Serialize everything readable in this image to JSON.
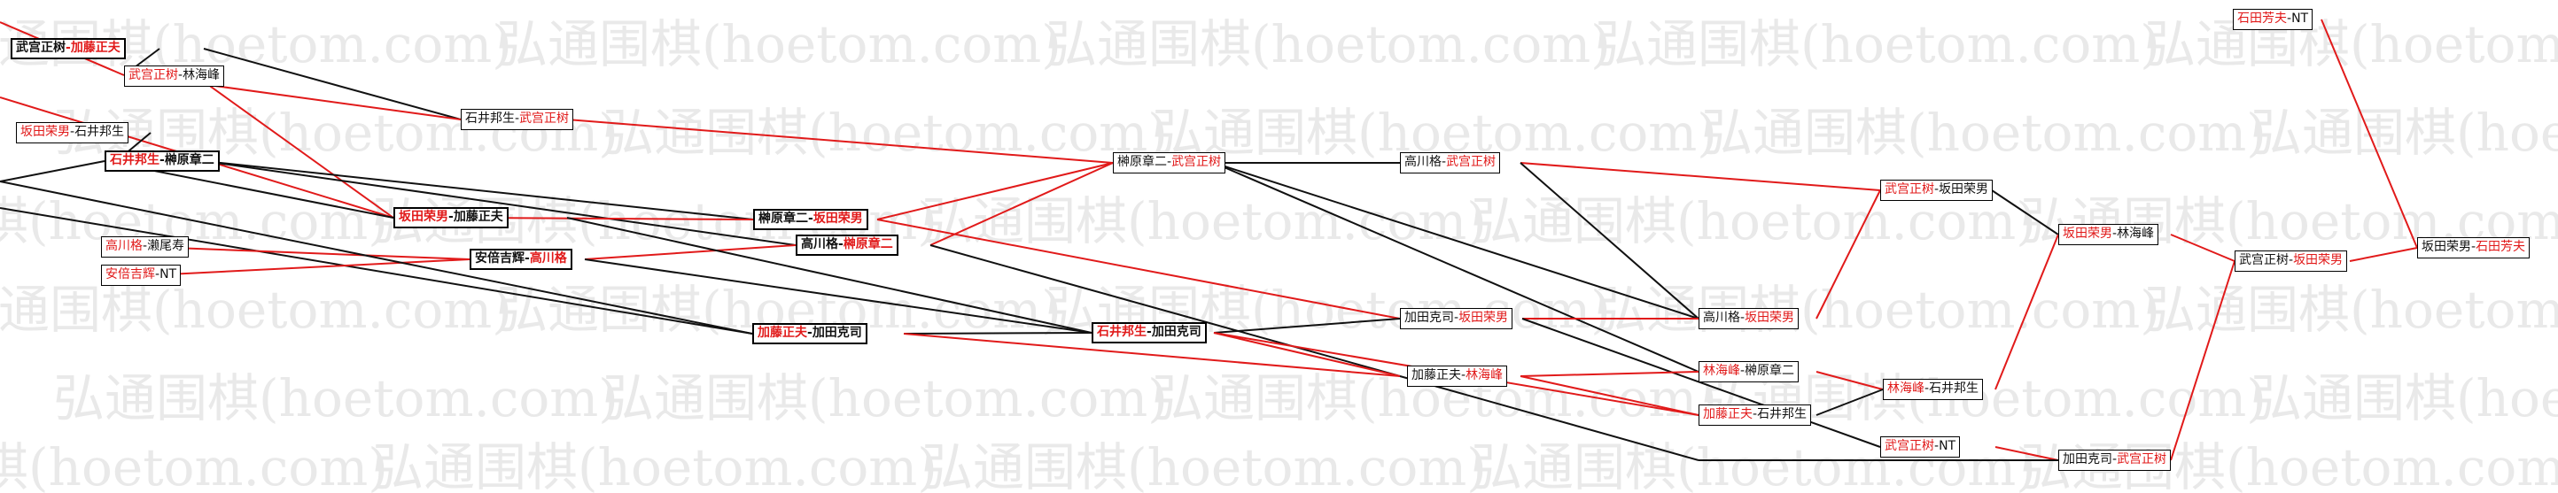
{
  "watermark": "弘通围棋(hoetom.com)",
  "colors": {
    "winner": "#e11a1a",
    "loser": "#111111",
    "win_line": "#e11a1a",
    "lose_line": "#111111"
  },
  "m": {
    "m1": {
      "a": "武宫正树",
      "sep": "-",
      "b": "加藤正夫"
    },
    "m2": {
      "a": "武宫正树",
      "sep": "-",
      "b": "林海峰"
    },
    "m3": {
      "a": "坂田荣男",
      "sep": "-",
      "b": "石井邦生"
    },
    "m4": {
      "a": "石井邦生",
      "sep": "-",
      "b": "榊原章二"
    },
    "m5": {
      "a": "高川格",
      "sep": "-",
      "b": "濑尾寿"
    },
    "m6": {
      "a": "安倍吉辉",
      "sep": "-",
      "b": "NT"
    },
    "m7": {
      "a": "石井邦生",
      "sep": "-",
      "b": "武宫正树"
    },
    "m8": {
      "a": "坂田荣男",
      "sep": "-",
      "b": "加藤正夫"
    },
    "m9": {
      "a": "安倍吉辉",
      "sep": "-",
      "b": "高川格"
    },
    "m10": {
      "a": "榊原章二",
      "sep": "-",
      "b": "坂田荣男"
    },
    "m11": {
      "a": "高川格",
      "sep": "-",
      "b": "榊原章二"
    },
    "m12": {
      "a": "加藤正夫",
      "sep": "-",
      "b": "加田克司"
    },
    "m13": {
      "a": "榊原章二",
      "sep": "-",
      "b": "武宫正树"
    },
    "m14": {
      "a": "石井邦生",
      "sep": "-",
      "b": "加田克司"
    },
    "m15": {
      "a": "高川格",
      "sep": "-",
      "b": "武宫正树"
    },
    "m16": {
      "a": "加田克司",
      "sep": "-",
      "b": "坂田荣男"
    },
    "m17": {
      "a": "加藤正夫",
      "sep": "-",
      "b": "林海峰"
    },
    "m18": {
      "a": "高川格",
      "sep": "-",
      "b": "坂田荣男"
    },
    "m19": {
      "a": "林海峰",
      "sep": "-",
      "b": "榊原章二"
    },
    "m20": {
      "a": "加藤正夫",
      "sep": "-",
      "b": "石井邦生"
    },
    "m21": {
      "a": "武宫正树",
      "sep": "-",
      "b": "坂田荣男"
    },
    "m22": {
      "a": "林海峰",
      "sep": "-",
      "b": "石井邦生"
    },
    "m23": {
      "a": "武宫正树",
      "sep": "-",
      "b": "NT"
    },
    "m24": {
      "a": "坂田荣男",
      "sep": "-",
      "b": "林海峰"
    },
    "m25": {
      "a": "加田克司",
      "sep": "-",
      "b": "武宫正树"
    },
    "m26": {
      "a": "石田芳夫",
      "sep": "-",
      "b": "NT"
    },
    "m27": {
      "a": "武宫正树",
      "sep": "-",
      "b": "坂田荣男"
    },
    "m28": {
      "a": "坂田荣男",
      "sep": "-",
      "b": "石田芳夫"
    }
  }
}
